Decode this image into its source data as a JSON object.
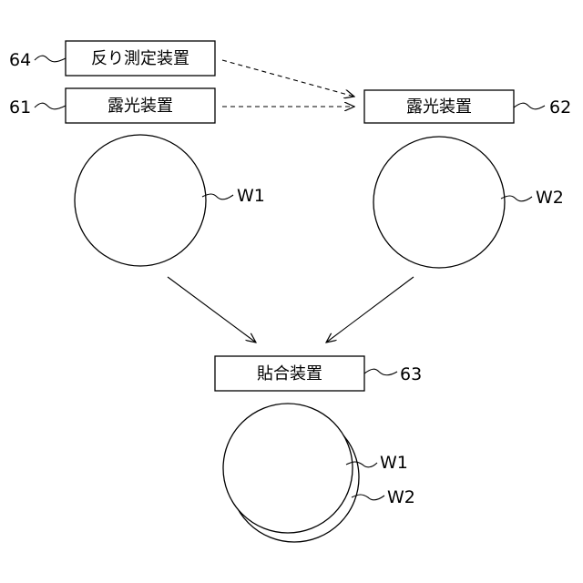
{
  "boxes": {
    "warp_measure": {
      "label": "反り測定装置",
      "ref": "64"
    },
    "exposure_1": {
      "label": "露光装置",
      "ref": "61"
    },
    "exposure_2": {
      "label": "露光装置",
      "ref": "62"
    },
    "bonding": {
      "label": "貼合装置",
      "ref": "63"
    }
  },
  "wafers": {
    "w1_top": "W1",
    "w2_top": "W2",
    "w1_bottom": "W1",
    "w2_bottom": "W2"
  },
  "colors": {
    "line": "#000000",
    "background": "#ffffff"
  }
}
